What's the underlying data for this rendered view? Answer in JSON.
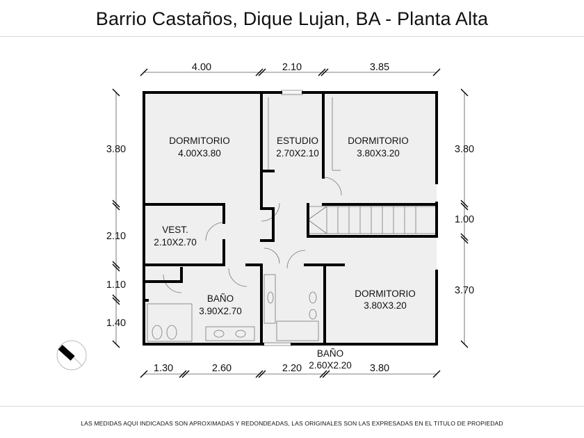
{
  "title": "Barrio Castaños, Dique Lujan, BA - Planta Alta",
  "footer": "LAS MEDIDAS AQUI INDICADAS SON APROXIMADAS Y REDONDEADAS, LAS ORIGINALES SON LAS EXPRESADAS EN EL TITULO DE PROPIEDAD",
  "rooms": {
    "dormitorio_1": {
      "name": "DORMITORIO",
      "size": "4.00X3.80"
    },
    "estudio": {
      "name": "ESTUDIO",
      "size": "2.70X2.10"
    },
    "dormitorio_2": {
      "name": "DORMITORIO",
      "size": "3.80X3.20"
    },
    "vestidor": {
      "name": "VEST.",
      "size": "2.10X2.70"
    },
    "bano_1": {
      "name": "BAÑO",
      "size": "3.90X2.70"
    },
    "dormitorio_3": {
      "name": "DORMITORIO",
      "size": "3.80X3.20"
    },
    "bano_2": {
      "name": "BAÑO",
      "size": "2.60X2.20"
    }
  },
  "dimensions": {
    "top": [
      "4.00",
      "2.10",
      "3.85"
    ],
    "bottom": [
      "1.30",
      "2.60",
      "2.20",
      "3.80"
    ],
    "left": [
      "3.80",
      "2.10",
      "1.10",
      "1.40"
    ],
    "right": [
      "3.80",
      "1.00",
      "3.70"
    ]
  },
  "colors": {
    "wall": "#000000",
    "floor": "#efefef",
    "line": "#555555"
  },
  "north_arrow": "compass-icon"
}
